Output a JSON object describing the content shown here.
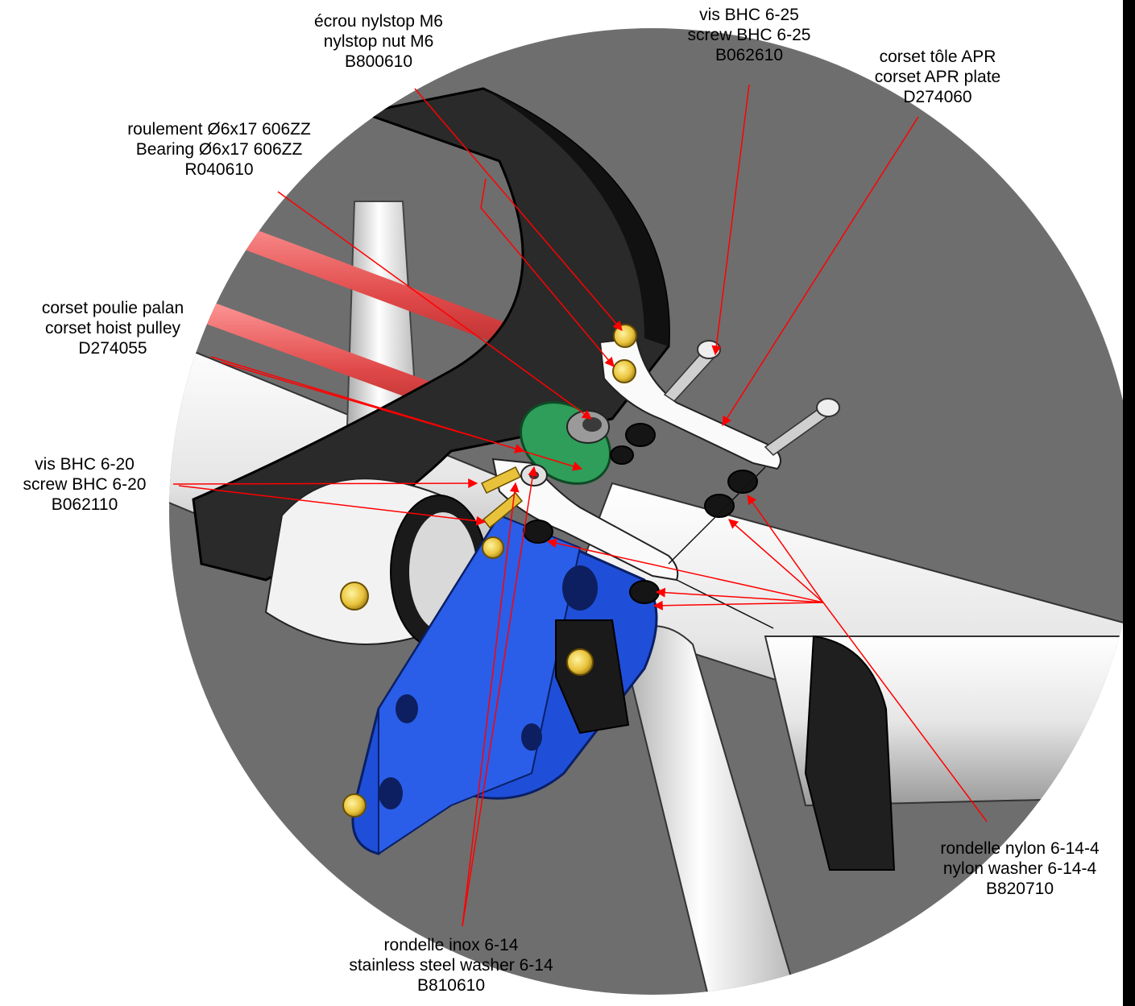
{
  "callouts": [
    {
      "id": "nylstop-nut",
      "lines": [
        "écrou nylstop M6",
        "nylstop nut M6",
        "B800610"
      ]
    },
    {
      "id": "screw-bhc-6-25",
      "lines": [
        "vis BHC 6-25",
        "screw BHC 6-25",
        "B062610"
      ]
    },
    {
      "id": "corset-apr-plate",
      "lines": [
        "corset tôle APR",
        "corset APR plate",
        "D274060"
      ]
    },
    {
      "id": "bearing",
      "lines": [
        "roulement Ø6x17  606ZZ",
        "Bearing Ø6x17  606ZZ",
        "R040610"
      ]
    },
    {
      "id": "hoist-pulley",
      "lines": [
        "corset poulie palan",
        "corset hoist pulley",
        "D274055"
      ]
    },
    {
      "id": "screw-bhc-6-20",
      "lines": [
        "vis BHC 6-20",
        "screw BHC 6-20",
        "B062110"
      ]
    },
    {
      "id": "nylon-washer",
      "lines": [
        "rondelle nylon 6-14-4",
        "nylon washer 6-14-4",
        "B820710"
      ]
    },
    {
      "id": "stainless-washer",
      "lines": [
        "rondelle inox 6-14",
        "stainless steel washer 6-14",
        "B810610"
      ]
    }
  ],
  "colors": {
    "background_disc": "#6e6e6e",
    "leader": "#ff0000",
    "bracket_blue": "#1f4fd8",
    "pulley_green": "#2e9e5a",
    "brass": "#e8c23a",
    "dark_strap": "#2a2a2a",
    "tube": "#e9e9e9"
  }
}
